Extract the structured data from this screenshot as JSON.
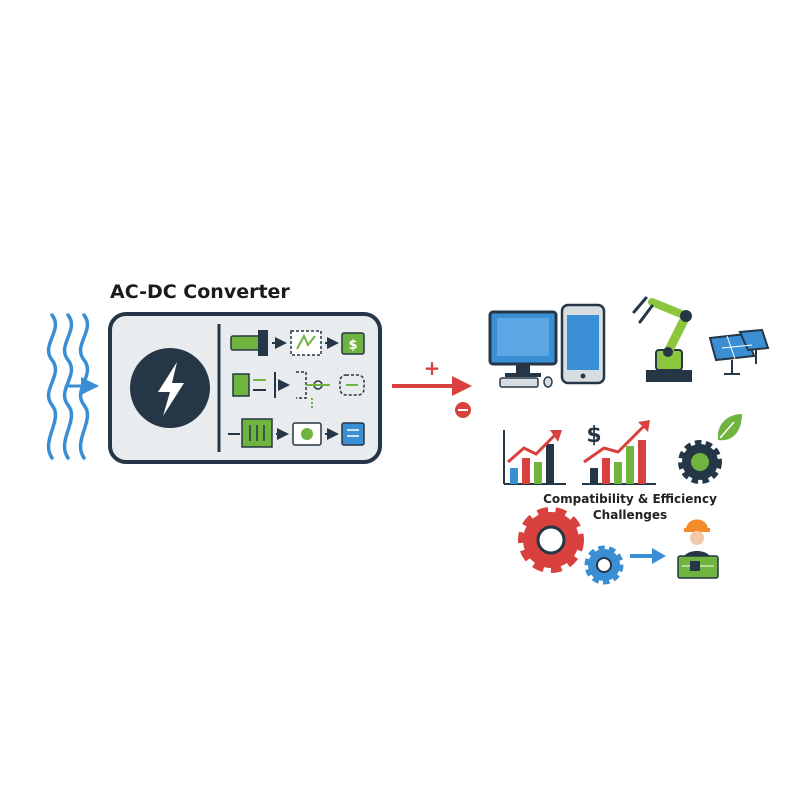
{
  "diagram": {
    "title": "AC-DC Converter",
    "caption_line1": "Compatibility & Efficiency",
    "caption_line2": "Challenges",
    "plus_sign": "+",
    "currency_symbol": "$"
  },
  "icons": {
    "input": "ac-wave-icon",
    "converter": "lightning-bolt-icon",
    "arrow": "dc-output-arrow-icon",
    "devices": [
      "desktop-computer-icon",
      "smartphone-icon",
      "robotic-arm-icon",
      "solar-panel-icon"
    ],
    "challenges": [
      "growth-chart-icon",
      "cost-chart-icon",
      "eco-gear-icon",
      "red-gear-icon",
      "blue-gear-icon",
      "engineer-icon"
    ]
  },
  "colors": {
    "ac_wave": "#3a8fd4",
    "converter_frame": "#253746",
    "converter_fill": "#e8ecef",
    "circuit_green": "#6fb43f",
    "dc_arrow": "#d9413f",
    "device_blue": "#3a8fd4",
    "robot_green": "#8cc63f"
  }
}
